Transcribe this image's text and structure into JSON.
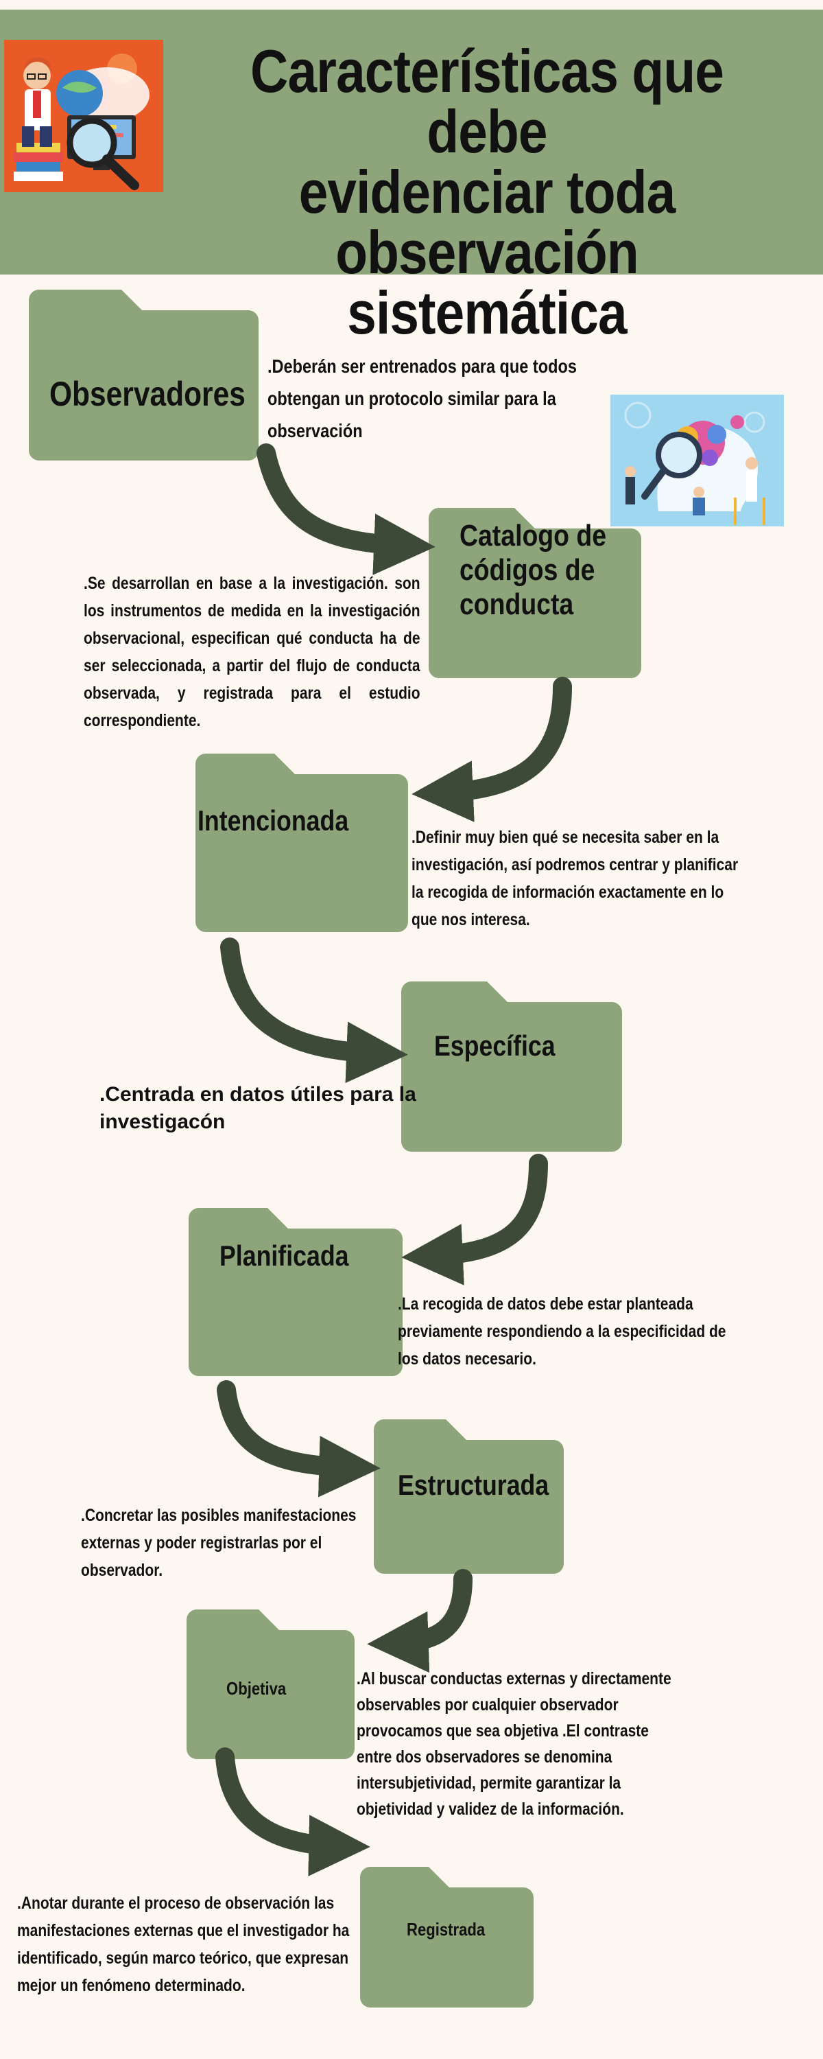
{
  "header": {
    "title_lines": [
      "Características que debe",
      "evidenciar toda",
      "observación sistemática"
    ]
  },
  "steps": [
    {
      "label": "Observadores",
      "description": ".Deberán ser entrenados para que todos obtengan un protocolo similar para la observación"
    },
    {
      "label": "Catalogo de códigos de conducta",
      "description": ".Se desarrollan en base a la investigación. son los instrumentos de medida en la investigación observacional, especifican qué conducta ha de ser seleccionada, a partir del flujo de conducta observada, y registrada para el estudio correspondiente."
    },
    {
      "label": "Intencionada",
      "description": ".Definir muy bien qué se necesita saber en la investigación, así podremos centrar y planificar la recogida de información exactamente en lo que nos interesa."
    },
    {
      "label": "Específica",
      "description": ".Centrada en datos útiles para la investigacón"
    },
    {
      "label": "Planificada",
      "description": ".La recogida de datos debe estar planteada previamente respondiendo a la especificidad de los datos necesario."
    },
    {
      "label": "Estructurada",
      "description": ".Concretar las posibles manifestaciones externas y poder registrarlas por el observador."
    },
    {
      "label": "Objetiva",
      "description": ".Al buscar conductas externas y directamente observables por cualquier observador provocamos que seа objetiva .El contraste entre dos observadores se denomina intersubjetividad, permite garantizar la objetividad y validez de la información."
    },
    {
      "label": "Registrada",
      "description": ".Anotar durante el proceso de observación las manifestaciones externas que el investigador ha identificado, según marco teórico, que expresan mejor un fenómeno determinado."
    }
  ],
  "colors": {
    "header_bg": "#8ea57b",
    "folder": "#8ea57b",
    "arrow": "#3e4a38",
    "page_bg": "#fcf8f1"
  },
  "icons": {
    "header": "researcher-with-magnifier-illustration",
    "side": "brain-puzzle-magnifier-illustration"
  }
}
